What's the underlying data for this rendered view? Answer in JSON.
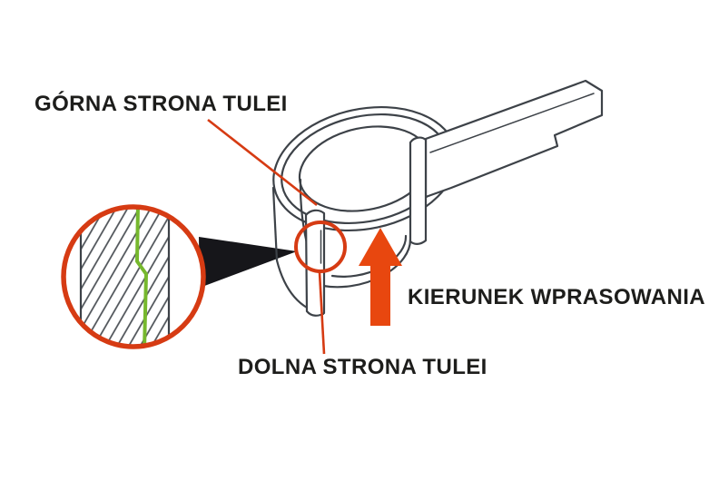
{
  "diagram": {
    "background": "#ffffff",
    "labels": {
      "upper_side": "GÓRNA STRONA TULEI",
      "lower_side": "DOLNA STRONA TULEI",
      "press_direction": "KIERUNEK WPRASOWANIA"
    },
    "arrow": {
      "direction": "up",
      "color": "#e8470f"
    },
    "colors": {
      "callout_red": "#d63b13",
      "adhesive_green": "#76b82d",
      "outline_dark": "#3d4248",
      "hatch_gray": "#4a4f54",
      "wedge_black": "#16161a",
      "text_dark": "#1d1d1b"
    }
  }
}
